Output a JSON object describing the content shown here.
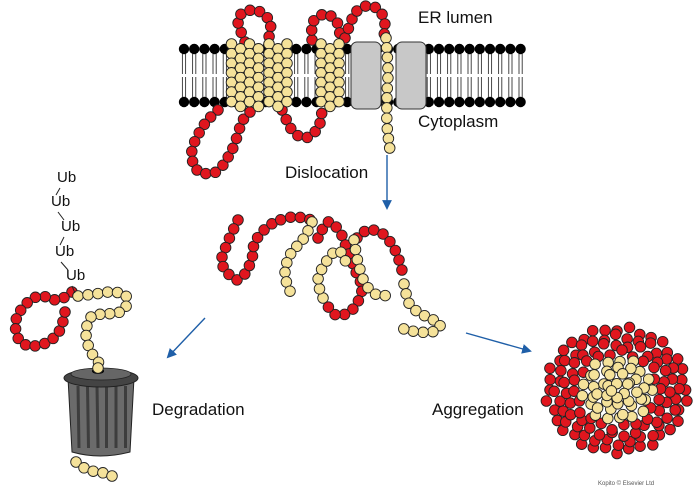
{
  "labels": {
    "er_lumen": "ER lumen",
    "cytoplasm": "Cytoplasm",
    "dislocation": "Dislocation",
    "degradation": "Degradation",
    "aggregation": "Aggregation",
    "ubiquitin": [
      "Ub",
      "Ub",
      "Ub",
      "Ub",
      "Ub"
    ],
    "credit": "Kopito © Elsevier Ltd"
  },
  "colors": {
    "hydrophobic_residue": "#f5e29a",
    "hydrophilic_residue": "#e0161e",
    "residue_outline": "#222222",
    "membrane_head": "#000000",
    "membrane_tail": "#333333",
    "translocon": "#c8c8c8",
    "arrow": "#1f5fa8",
    "proteasome_body": "#6b6b6b",
    "proteasome_lid": "#444444"
  },
  "icons": {
    "proteasome": "trash-can-icon",
    "membrane": "lipid-bilayer",
    "translocon": "translocon-channel"
  }
}
